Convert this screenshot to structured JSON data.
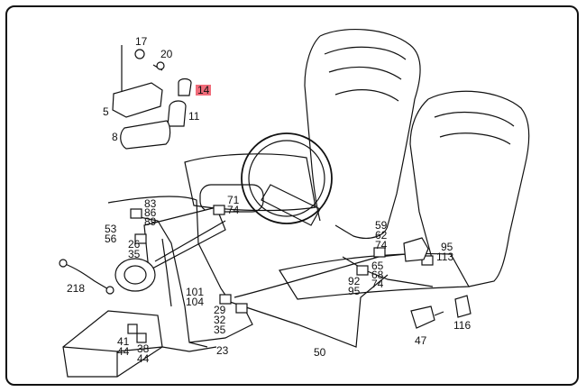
{
  "diagram": {
    "highlight_color": "#f06c7a",
    "callouts": {
      "c17": "17",
      "c20": "20",
      "c14": "14",
      "c5": "5",
      "c11": "11",
      "c8": "8",
      "c83": "83",
      "c86": "86",
      "c89": "89",
      "c71": "71",
      "c74a": "74",
      "c53": "53",
      "c56": "56",
      "c26": "26",
      "c35a": "35",
      "c59": "59",
      "c62": "62",
      "c74b": "74",
      "c95a": "95",
      "c113": "113",
      "c65": "65",
      "c68": "68",
      "c74c": "74",
      "c92": "92",
      "c95b": "95",
      "c218": "218",
      "c101": "101",
      "c104": "104",
      "c29": "29",
      "c32": "32",
      "c35b": "35",
      "c116": "116",
      "c41": "41",
      "c44a": "44",
      "c38": "38",
      "c44b": "44",
      "c23": "23",
      "c50": "50",
      "c47": "47"
    }
  }
}
